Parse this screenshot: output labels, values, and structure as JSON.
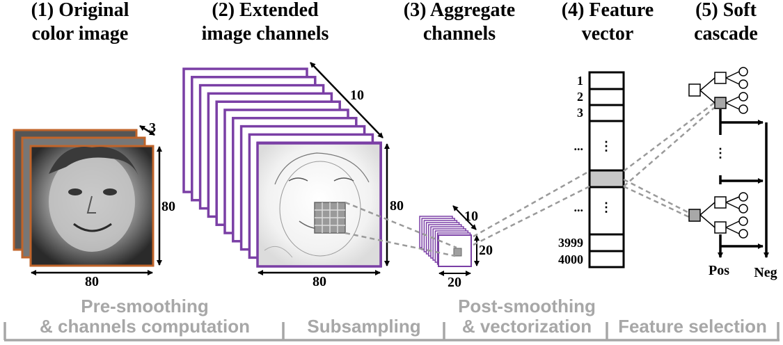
{
  "stages": [
    {
      "line1": "(1) Original",
      "line2": "color image"
    },
    {
      "line1": "(2) Extended",
      "line2": "image channels"
    },
    {
      "line1": "(3) Aggregate",
      "line2": "channels"
    },
    {
      "line1": "(4) Feature",
      "line2": "vector"
    },
    {
      "line1": "(5) Soft",
      "line2": "cascade"
    }
  ],
  "dimensions": {
    "original_depth": "3",
    "original_height": "80",
    "original_width": "80",
    "extended_depth": "10",
    "extended_height": "80",
    "extended_width": "80",
    "aggregate_depth": "10",
    "aggregate_height": "20",
    "aggregate_width": "20"
  },
  "feature_vector": {
    "labels": [
      "1",
      "2",
      "3",
      "...",
      "...",
      "3999",
      "4000"
    ],
    "ellipsis": "⋮"
  },
  "cascade": {
    "pos_label": "Pos",
    "neg_label": "Neg",
    "ellipsis": "⋮"
  },
  "phases": {
    "pre": [
      "Pre-smoothing",
      "& channels computation"
    ],
    "subsampling": "Subsampling",
    "post": [
      "Post-smoothing",
      "& vectorization"
    ],
    "selection": "Feature selection"
  },
  "colors": {
    "original_frame": "#c0642a",
    "channel_frame": "#7a3fa5",
    "dashed_link": "#9a9a9a",
    "phase_text": "#a7a7a7",
    "highlight_cell": "#c8c8c8"
  }
}
